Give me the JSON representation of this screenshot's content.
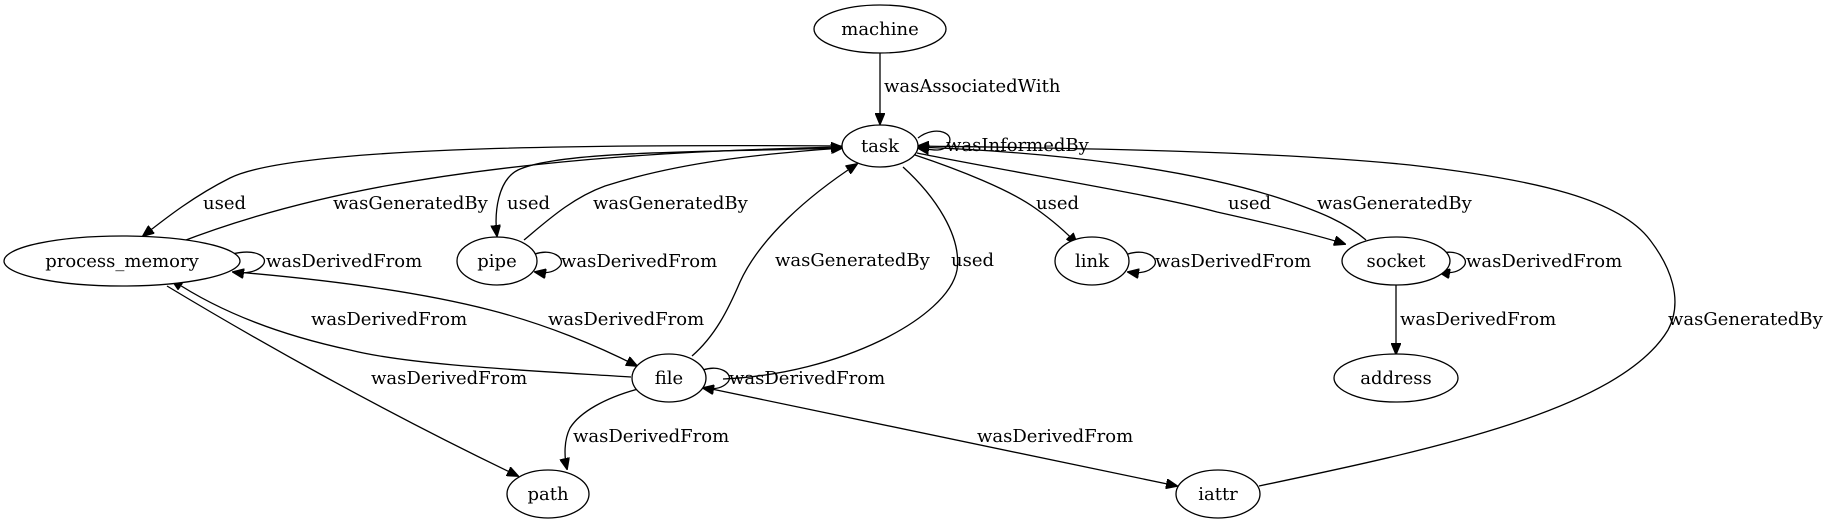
{
  "nodes": {
    "machine": "machine",
    "task": "task",
    "process_memory": "process_memory",
    "pipe": "pipe",
    "link": "link",
    "socket": "socket",
    "file": "file",
    "address": "address",
    "path": "path",
    "iattr": "iattr"
  },
  "edges": {
    "machine_task": "wasAssociatedWith",
    "task_self": "wasInformedBy",
    "task_process_memory": "used",
    "process_memory_task": "wasGeneratedBy",
    "task_pipe": "used",
    "pipe_task": "wasGeneratedBy",
    "file_task": "wasGeneratedBy",
    "task_file": "used",
    "task_link": "used",
    "task_socket": "used",
    "socket_task": "wasGeneratedBy",
    "iattr_task": "wasGeneratedBy",
    "process_memory_self": "wasDerivedFrom",
    "pipe_self": "wasDerivedFrom",
    "link_self": "wasDerivedFrom",
    "socket_self": "wasDerivedFrom",
    "file_process_memory": "wasDerivedFrom",
    "process_memory_file": "wasDerivedFrom",
    "socket_address": "wasDerivedFrom",
    "process_memory_path": "wasDerivedFrom",
    "file_self": "wasDerivedFrom",
    "file_path": "wasDerivedFrom",
    "iattr_file": "wasDerivedFrom"
  }
}
